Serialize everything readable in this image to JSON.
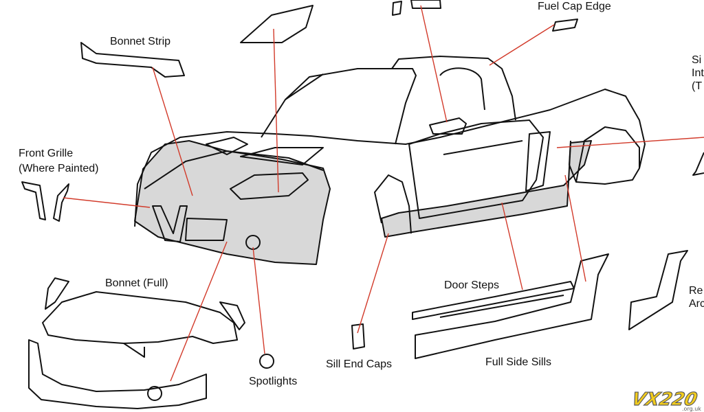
{
  "colors": {
    "leader_line": "#d23a2a",
    "outline": "#111111",
    "shaded_area": "#d8d8d8",
    "logo_fill": "#f2cc1d",
    "logo_outline": "#5a5a5a"
  },
  "labels": {
    "fuel_cap_edge": "Fuel Cap Edge",
    "bonnet_strip": "Bonnet Strip",
    "front_grille_line1": "Front Grille",
    "front_grille_line2": "(Where Painted)",
    "side_intake_partial": "Si\nInt\n(T",
    "bonnet_full": "Bonnet (Full)",
    "door_steps": "Door Steps",
    "rear_arch_partial": "Re\nArc",
    "sill_end_caps": "Sill End Caps",
    "full_side_sills": "Full Side Sills",
    "spotlights": "Spotlights"
  },
  "logo": {
    "main": "VX220",
    "sub": ".org.uk"
  }
}
